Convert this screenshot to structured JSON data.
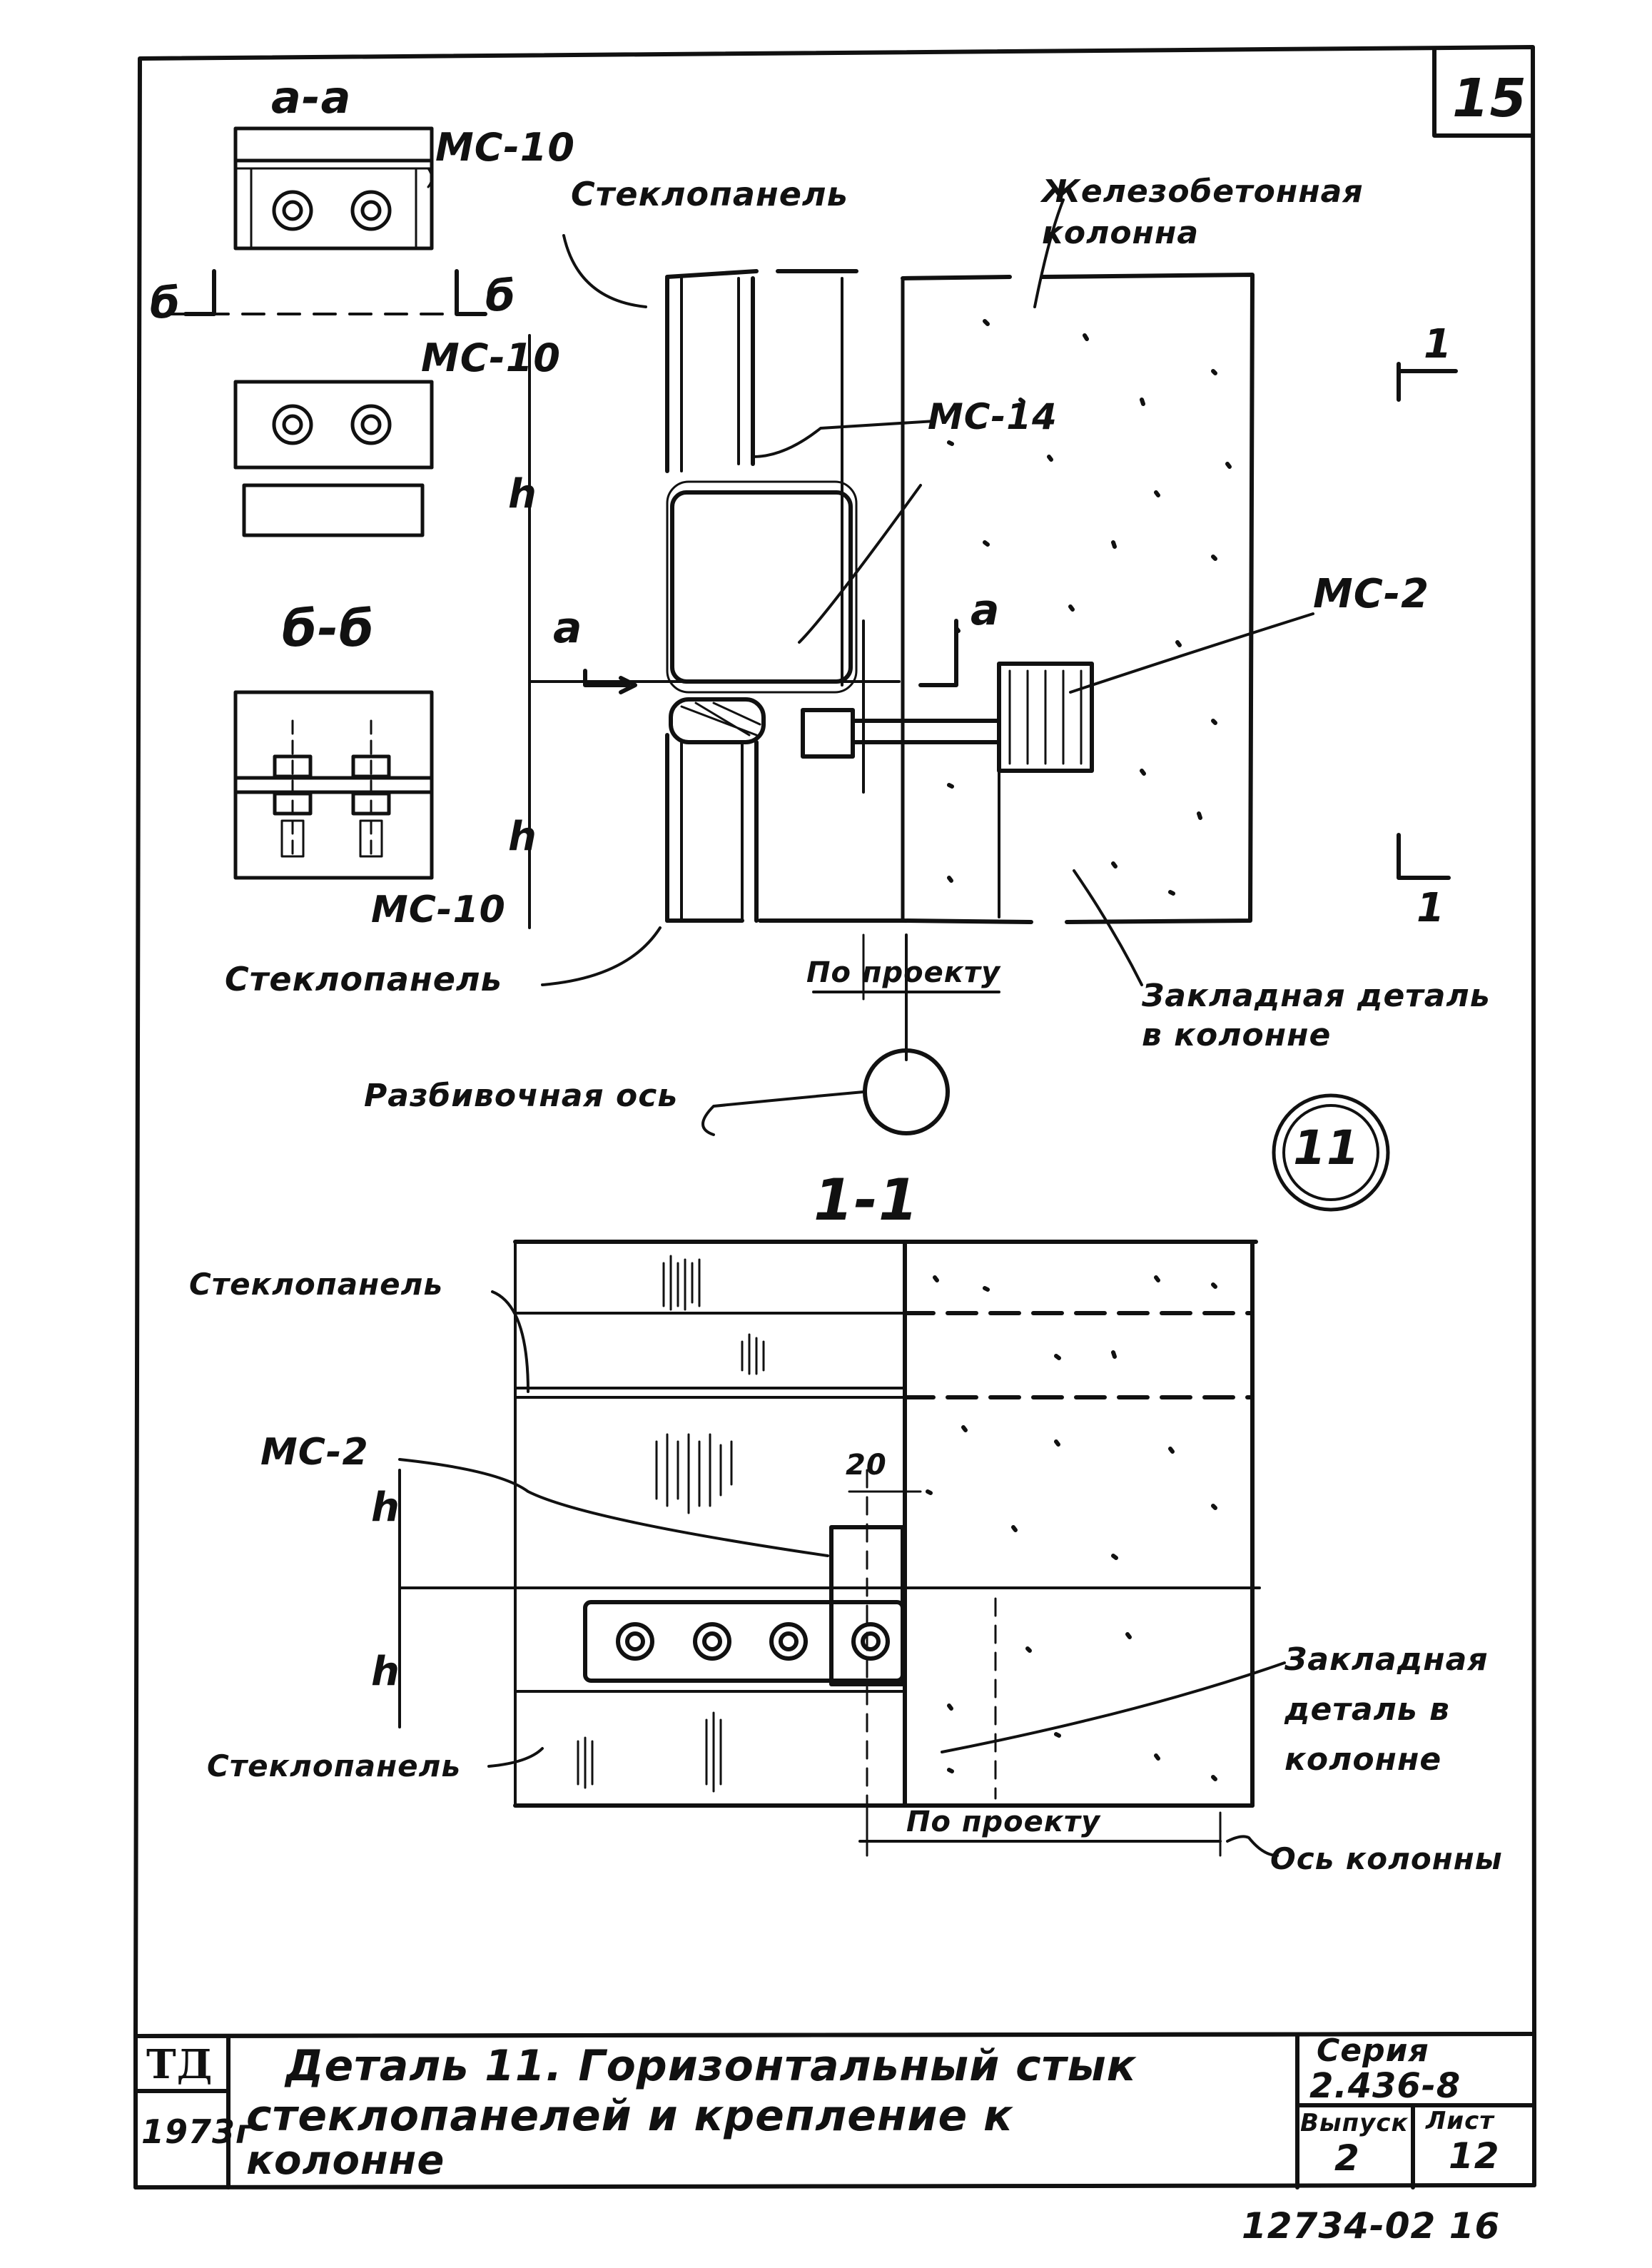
{
  "sheet": {
    "page_number": "15",
    "detail_number": "11",
    "archive_number": "12734-02 16"
  },
  "section_aa": {
    "title": "a-a",
    "tag": "МС-10"
  },
  "section_bb_marks": {
    "left": "б",
    "right": "б"
  },
  "mid_view": {
    "tag": "МС-10"
  },
  "section_bb": {
    "title": "б-б",
    "tag": "МС-10"
  },
  "main_view": {
    "label_steklopanel_top": "Стеклопанель",
    "label_column": "Железобетонная колонна",
    "label_ms14": "МС-14",
    "label_ms2": "МС-2",
    "mark_a_left": "a",
    "mark_a_right": "a",
    "section_mark_top": "1",
    "section_mark_bottom": "1",
    "dim_h_top": "h",
    "dim_h_bottom": "h",
    "label_steklopanel_bottom": "Стеклопанель",
    "label_po_proektu": "По проекту",
    "label_embedded_line1": "Закладная деталь",
    "label_embedded_line2": "в колонне",
    "label_razbivochnaya": "Разбивочная ось"
  },
  "section_11": {
    "title": "1-1",
    "label_steklopanel_top": "Стеклопанель",
    "label_ms2": "МС-2",
    "dim_20": "20",
    "dim_h_top": "h",
    "dim_h_bottom": "h",
    "label_steklopanel_bottom": "Стеклопанель",
    "label_embedded_line1": "Закладная",
    "label_embedded_line2": "деталь в",
    "label_embedded_line3": "колонне",
    "label_po_proektu": "По проекту",
    "label_os_kolonny": "Ось колонны"
  },
  "title_block": {
    "org": "ТД",
    "year": "1973г",
    "title_line1": "Деталь 11. Горизонтальный стык",
    "title_line2": "стеклопанелей и крепление к",
    "title_line3": "колонне",
    "series_label": "Серия",
    "series_value": "2.436-8",
    "issue_label": "Выпуск",
    "issue_value": "2",
    "sheet_label": "Лист",
    "sheet_value": "12"
  }
}
